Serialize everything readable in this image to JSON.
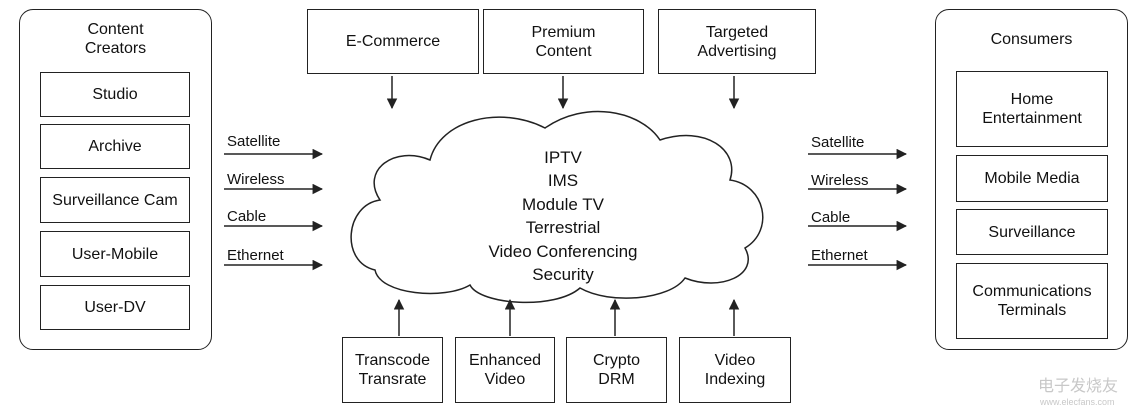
{
  "content_creators": {
    "title": "Content\nCreators",
    "items": [
      "Studio",
      "Archive",
      "Surveillance Cam",
      "User-Mobile",
      "User-DV"
    ]
  },
  "consumers": {
    "title": "Consumers",
    "items": [
      "Home\nEntertainment",
      "Mobile Media",
      "Surveillance",
      "Communications\nTerminals"
    ]
  },
  "top_services": [
    "E-Commerce",
    "Premium\nContent",
    "Targeted\nAdvertising"
  ],
  "bottom_services": [
    "Transcode\nTransrate",
    "Enhanced\nVideo",
    "Crypto\nDRM",
    "Video\nIndexing"
  ],
  "input_links": [
    "Satellite",
    "Wireless",
    "Cable",
    "Ethernet"
  ],
  "output_links": [
    "Satellite",
    "Wireless",
    "Cable",
    "Ethernet"
  ],
  "cloud": {
    "lines": [
      "IPTV",
      "IMS",
      "Module TV",
      "Terrestrial",
      "Video Conferencing",
      "Security"
    ]
  },
  "watermark": {
    "main": "电子发烧友",
    "url": "www.elecfans.com"
  }
}
